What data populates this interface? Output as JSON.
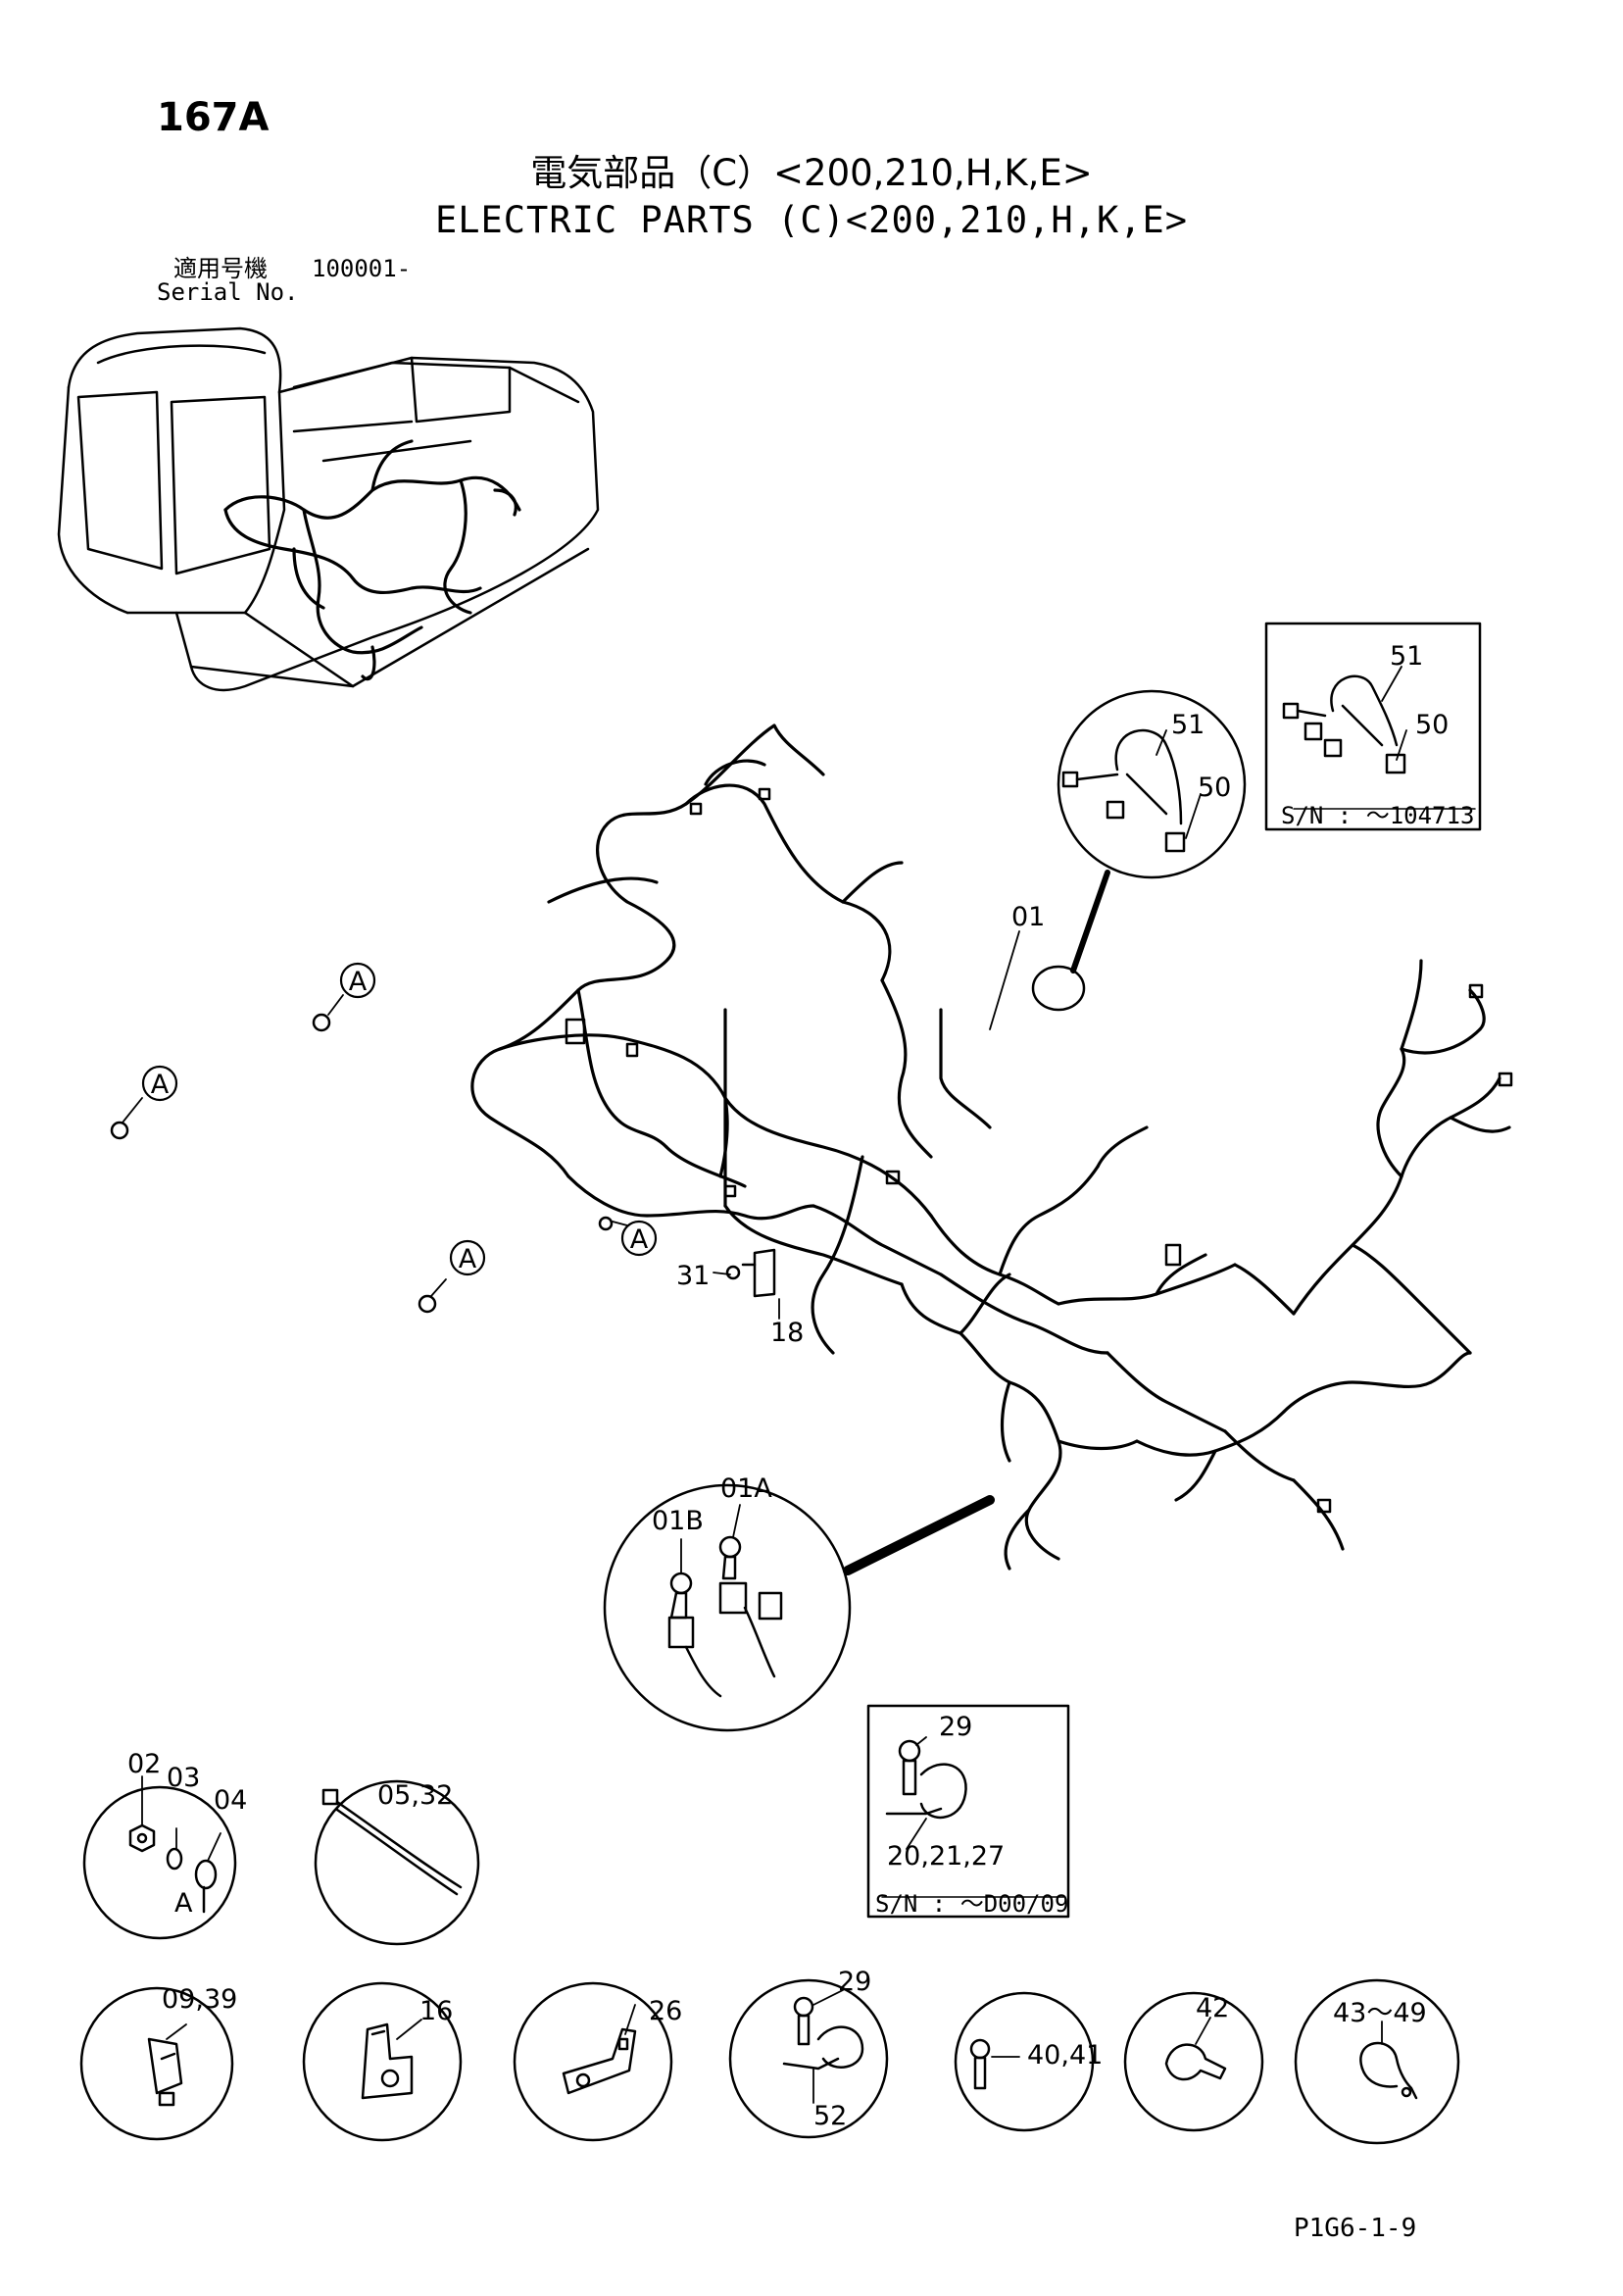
{
  "header": {
    "page_number": "167A",
    "title_jp": "電気部品（C）<200,210,H,K,E>",
    "title_en": "ELECTRIC PARTS (C)<200,210,H,K,E>",
    "serial_label_jp": "適用号機",
    "serial_value": "100001-",
    "serial_label_en": "Serial No."
  },
  "callouts": {
    "a1": "A",
    "a2": "A",
    "a3": "A",
    "a4": "A",
    "p01": "01",
    "p31": "31",
    "p18": "18",
    "detail_51": "51",
    "detail_50": "50",
    "inset_51": "51",
    "inset_50": "50",
    "inset_sn": "S/N : ～104713",
    "p01b": "01B",
    "p01a": "01A"
  },
  "details": {
    "clamp_box": {
      "bolt": "29",
      "parts": "20,21,27",
      "sn": "S/N : ～D00/09"
    },
    "washer": {
      "p02": "02",
      "p03": "03",
      "p04": "04",
      "ref": "A"
    },
    "tie": {
      "parts": "05,32"
    },
    "clip": {
      "parts": "09,39"
    },
    "bracket16": {
      "part": "16"
    },
    "bracket26": {
      "part": "26"
    },
    "clamp52": {
      "bolt": "29",
      "part": "52"
    },
    "bolt40": {
      "parts": "40,41"
    },
    "clamp42": {
      "part": "42"
    },
    "clamp43": {
      "parts": "43～49"
    }
  },
  "footer": {
    "doc_code": "P1G6-1-9"
  }
}
